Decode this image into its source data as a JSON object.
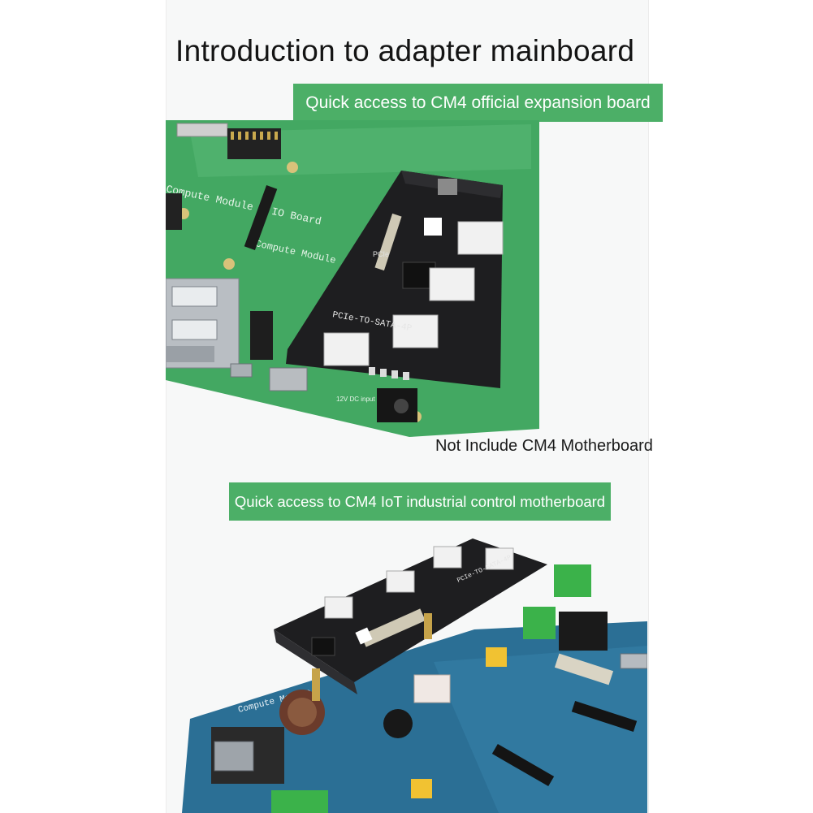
{
  "title": "Introduction to adapter mainboard",
  "section1": {
    "label": "Quick access to CM4 official expansion board",
    "note": "Not Include CM4 Motherboard",
    "photo": {
      "board_text": "Compute Module 4 IO Board",
      "module_text": "Compute Module",
      "adapter_text": "PCIe-TO-SATA-4P",
      "pcie_text": "PCIe",
      "dc_text": "12V DC input"
    }
  },
  "section2": {
    "label": "Quick access to CM4 IoT industrial control motherboard",
    "photo": {
      "board_text": "Compute Module",
      "adapter_text": "PCIe-TO-SATA-4P"
    }
  },
  "colors": {
    "label_green": "#4caf67",
    "pcb_green": "#3fa85e",
    "pcb_blue": "#2b6f95",
    "adapter_black": "#1e1e20"
  }
}
